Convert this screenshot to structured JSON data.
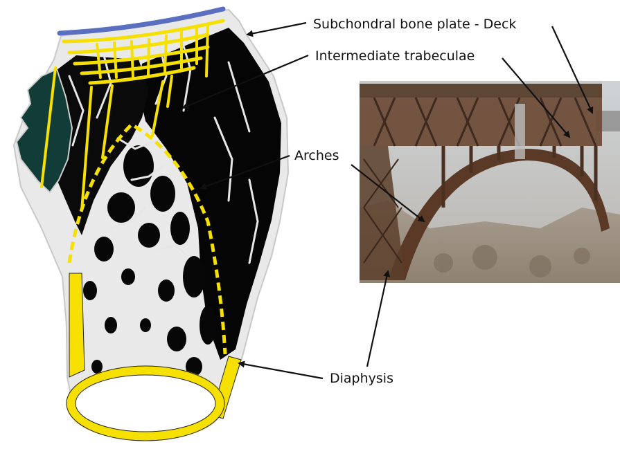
{
  "labels": {
    "deck": "Subchondral bone plate - Deck",
    "intermediate": "Intermediate trabeculae",
    "arches": "Arches",
    "diaphysis": "Diaphysis"
  },
  "colors": {
    "deck_plate": "#5b6fc0",
    "trabeculae": "#f5e000",
    "bone_dark": "#050505",
    "bone_light": "#e8e8e8",
    "outlier": "#123c37",
    "arrow": "#111111",
    "bridge_steel": "#6b4a35",
    "background": "#ffffff"
  },
  "figures": {
    "bone_section": "bone-cross-section",
    "bridge_photo": "arch-bridge-photo"
  }
}
